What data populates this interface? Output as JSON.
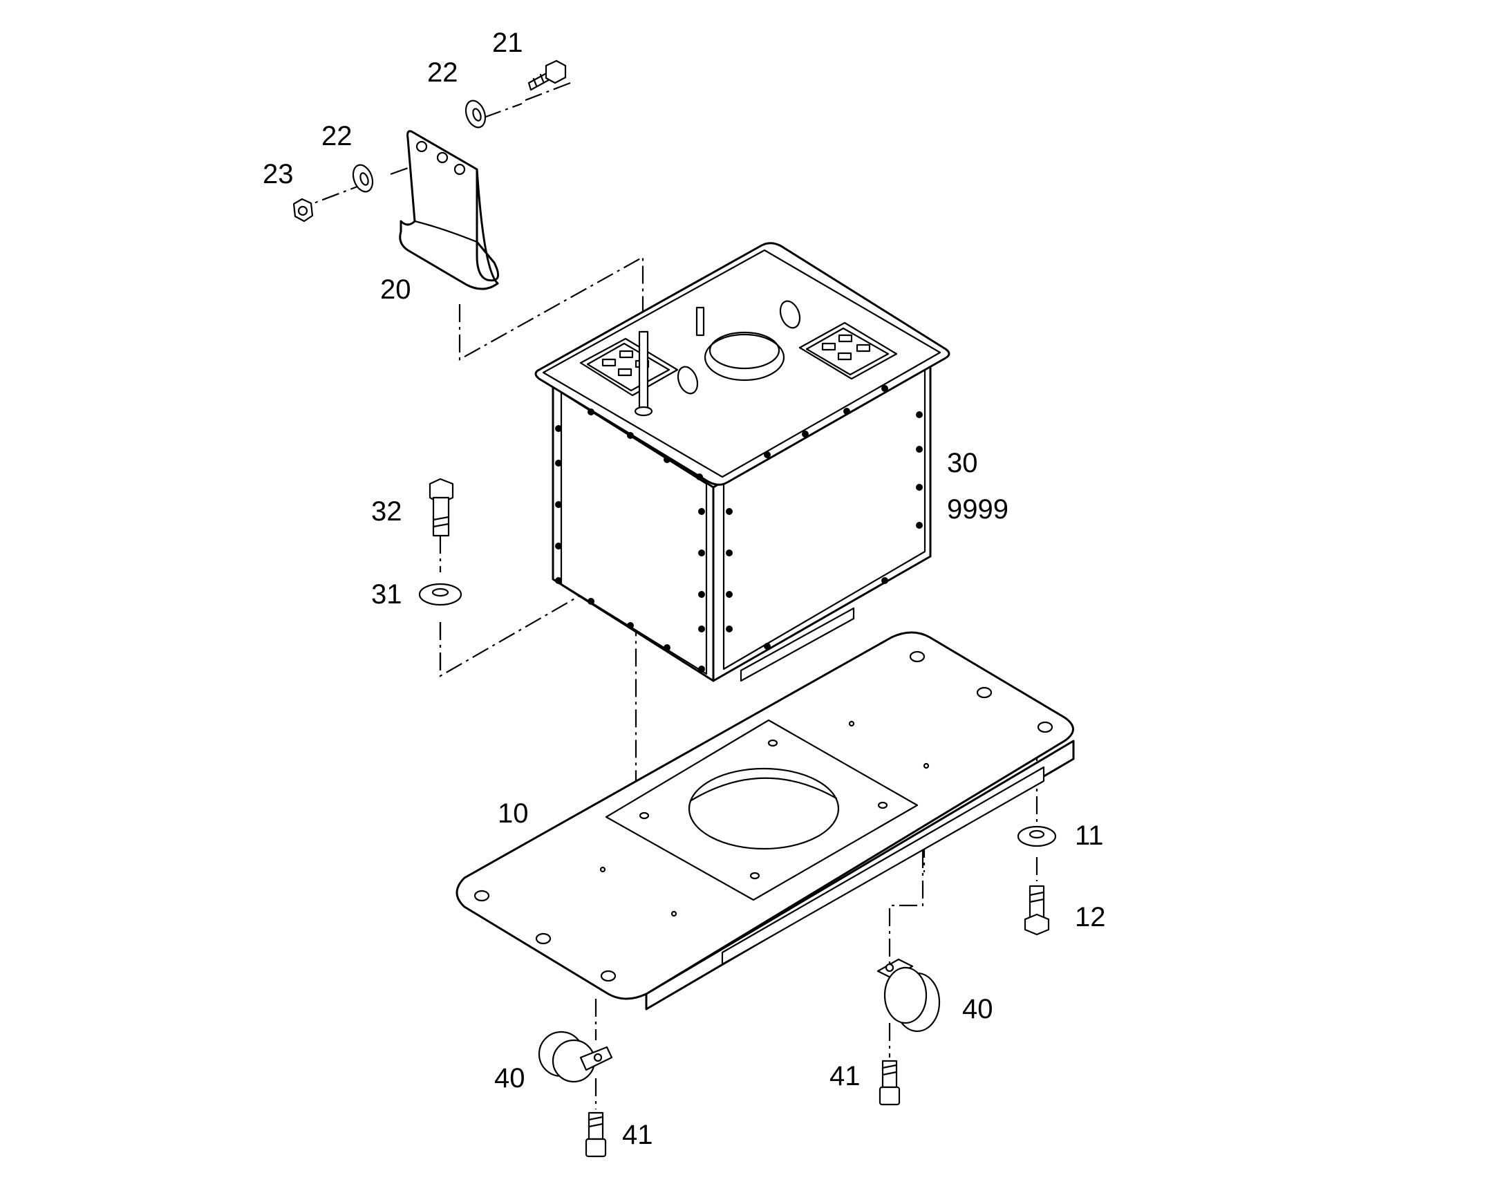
{
  "callouts": [
    {
      "id": "c21",
      "text": "21"
    },
    {
      "id": "c22a",
      "text": "22"
    },
    {
      "id": "c22b",
      "text": "22"
    },
    {
      "id": "c23",
      "text": "23"
    },
    {
      "id": "c20",
      "text": "20"
    },
    {
      "id": "c30",
      "text": "30"
    },
    {
      "id": "c9999",
      "text": "9999"
    },
    {
      "id": "c32",
      "text": "32"
    },
    {
      "id": "c31",
      "text": "31"
    },
    {
      "id": "c10",
      "text": "10"
    },
    {
      "id": "c11",
      "text": "11"
    },
    {
      "id": "c12",
      "text": "12"
    },
    {
      "id": "c40a",
      "text": "40"
    },
    {
      "id": "c40b",
      "text": "40"
    },
    {
      "id": "c41a",
      "text": "41"
    },
    {
      "id": "c41b",
      "text": "41"
    }
  ],
  "colors": {
    "line": "#000000",
    "background": "#ffffff"
  }
}
